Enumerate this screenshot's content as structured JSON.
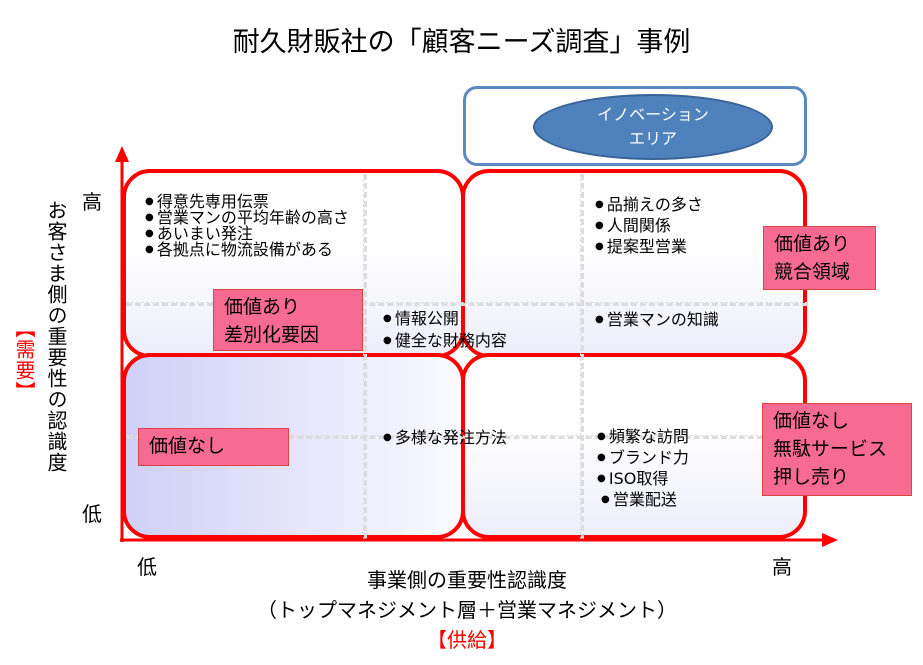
{
  "title": "耐久財販社の「顧客ニーズ調査」事例",
  "innovation": {
    "line1": "イノベーション",
    "line2": "エリア"
  },
  "y_axis": {
    "high": "高",
    "low": "低",
    "label": "お客さま側の重要性の認識度",
    "tag": "【需要】"
  },
  "x_axis": {
    "low": "低",
    "high": "高",
    "label": "事業側の重要性認識度",
    "sublabel": "（トップマネジメント層＋営業マネジメント）",
    "tag": "【供給】"
  },
  "quadrants": {
    "top_left": {
      "items": [
        "得意先専用伝票",
        "営業マンの平均年齢の高さ",
        "あいまい発注",
        "各拠点に物流設備がある"
      ],
      "items2": [
        "情報公開",
        "健全な財務内容"
      ],
      "label": [
        "価値あり",
        "差別化要因"
      ]
    },
    "top_right": {
      "items": [
        "品揃えの多さ",
        "人間関係",
        "提案型営業"
      ],
      "items2": [
        "営業マンの知識"
      ],
      "label": [
        "価値あり",
        "競合領域"
      ]
    },
    "bottom_left": {
      "items": [
        "多様な発注方法"
      ],
      "label": [
        "価値なし"
      ]
    },
    "bottom_right": {
      "items": [
        "頻繁な訪問",
        "ブランド力",
        "ISO取得",
        "営業配送"
      ],
      "label": [
        "価値なし",
        "無駄サービス",
        "押し売り"
      ]
    }
  },
  "colors": {
    "axis": "#ff0000",
    "label_fill": "#f76b93",
    "ellipse": "#4f81bd"
  }
}
